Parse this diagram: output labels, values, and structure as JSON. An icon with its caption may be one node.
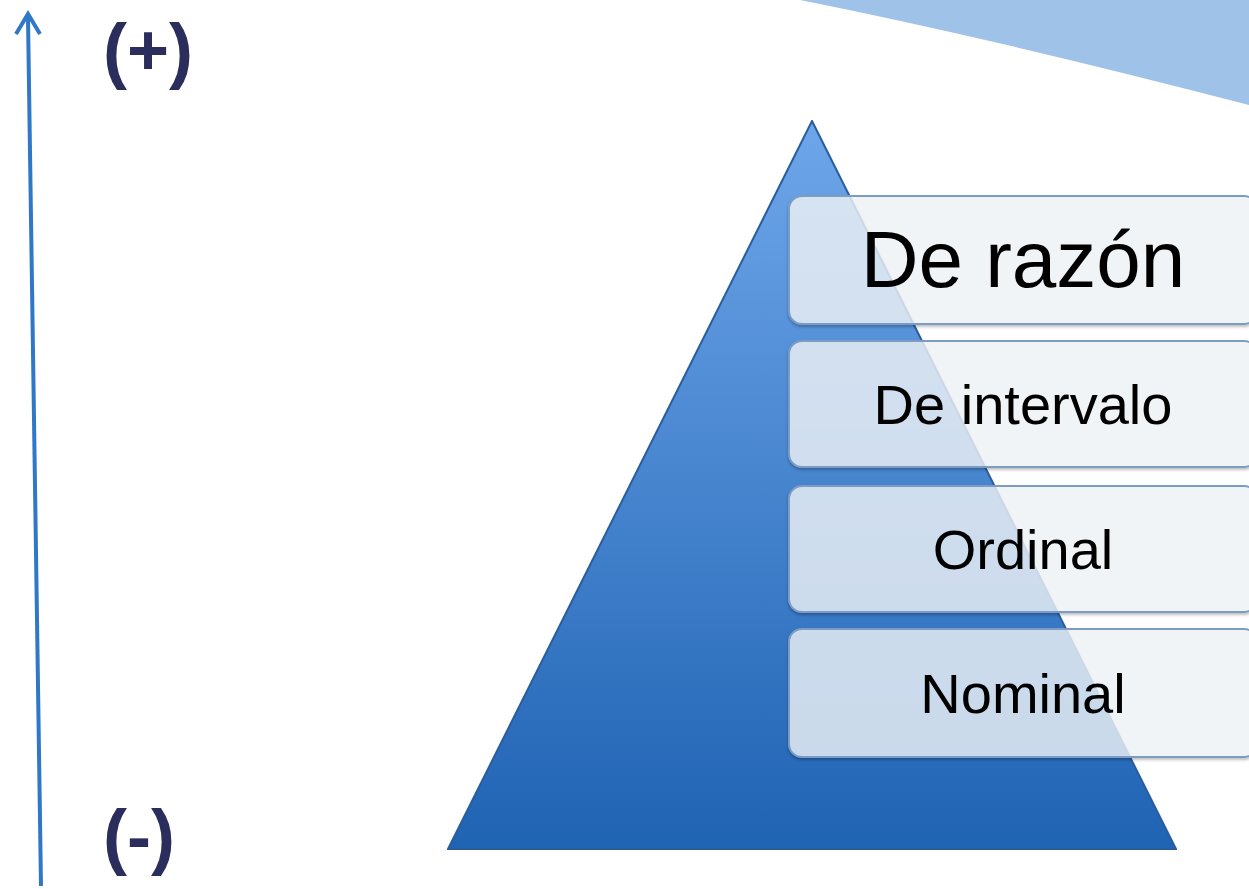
{
  "diagram": {
    "nodes": [
      {
        "text": [],
        "shape": "triangle"
      },
      {
        "text": [
          "De razón"
        ]
      },
      {
        "text": [
          "De intervalo"
        ]
      },
      {
        "text": [
          "Ordinal"
        ]
      },
      {
        "text": [
          "Nominal"
        ]
      }
    ],
    "labels": [
      "(+)",
      "(-)"
    ]
  }
}
